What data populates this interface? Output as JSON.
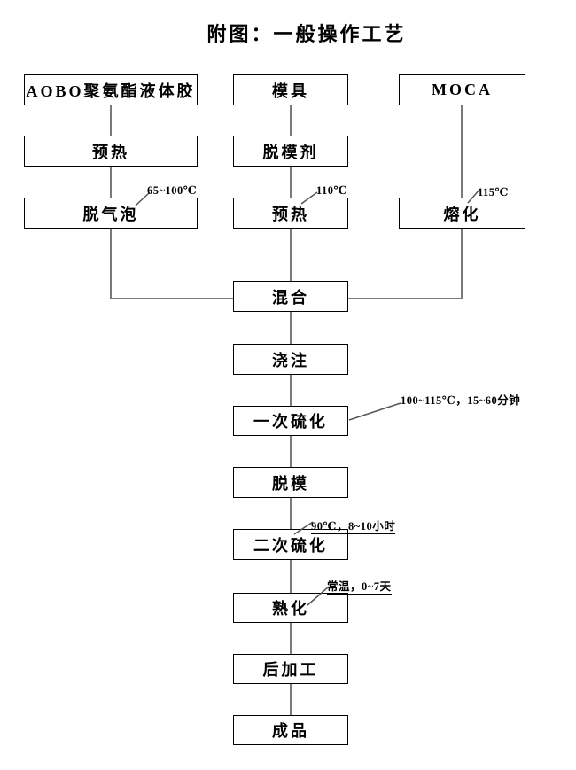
{
  "title": "附图：一般操作工艺",
  "flow": {
    "nodes": [
      {
        "id": "aobo-polyurethane-liquid-glue",
        "label": "AOBO聚氨酯液体胶"
      },
      {
        "id": "preheat-glue",
        "label": "预热"
      },
      {
        "id": "degas",
        "label": "脱气泡"
      },
      {
        "id": "mold",
        "label": "模具"
      },
      {
        "id": "release-agent",
        "label": "脱模剂"
      },
      {
        "id": "preheat-mold",
        "label": "预热"
      },
      {
        "id": "moca",
        "label": "MOCA"
      },
      {
        "id": "melt",
        "label": "熔化"
      },
      {
        "id": "mix",
        "label": "混合"
      },
      {
        "id": "pour",
        "label": "浇注"
      },
      {
        "id": "first-vulcanization",
        "label": "一次硫化"
      },
      {
        "id": "demold",
        "label": "脱模"
      },
      {
        "id": "second-vulcanization",
        "label": "二次硫化"
      },
      {
        "id": "cure",
        "label": "熟化"
      },
      {
        "id": "post-processing",
        "label": "后加工"
      },
      {
        "id": "finished-product",
        "label": "成品"
      }
    ],
    "annotations": [
      {
        "target": "degas",
        "text": "65~100℃"
      },
      {
        "target": "preheat-mold",
        "text": "110℃"
      },
      {
        "target": "melt",
        "text": "115℃"
      },
      {
        "target": "first-vulcanization",
        "text": "100~115℃，15~60分钟"
      },
      {
        "target": "second-vulcanization",
        "text": "90℃，8~10小时"
      },
      {
        "target": "cure",
        "text": "常温，0~7天"
      }
    ],
    "colors": {
      "background": "#ffffff",
      "box_border": "#000000",
      "text": "#000000",
      "connector": "#7a7a7a"
    }
  }
}
